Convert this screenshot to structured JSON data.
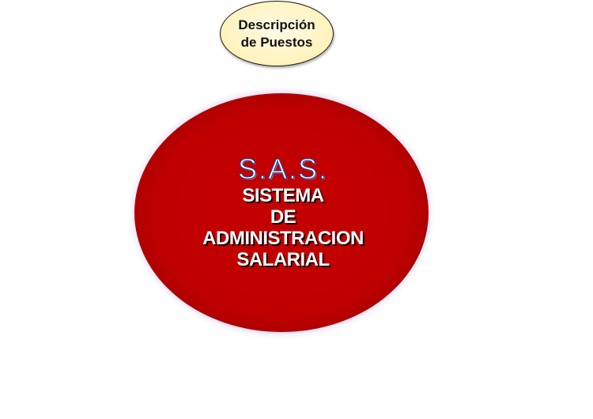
{
  "top_node": {
    "line1": "Descripción",
    "line2": "de Puestos",
    "fill_color": "#FFF4C4",
    "border_color": "#1A1A1A"
  },
  "center_node": {
    "abbreviation": "S.A.S.",
    "lines": [
      "SISTEMA",
      "DE",
      "ADMINISTRACION",
      "SALARIAL"
    ],
    "fill_color": "#C00000",
    "glow_color": "#B9A6E0",
    "text_color": "#FFFFFF"
  }
}
